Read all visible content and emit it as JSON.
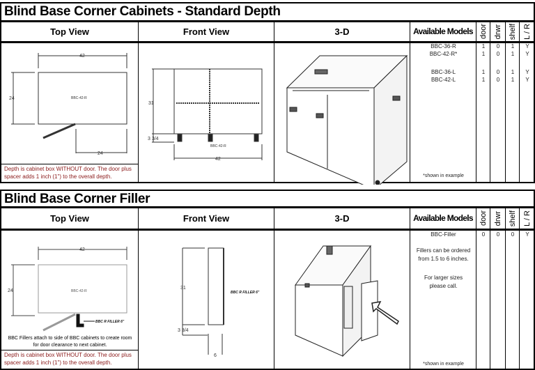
{
  "sections": [
    {
      "title": "Blind Base Corner Cabinets - Standard Depth",
      "headers": {
        "top_view": "Top View",
        "front_view": "Front View",
        "three_d": "3-D",
        "models": "Available Models",
        "door": "door",
        "drwr": "drwr",
        "shelf": "shelf",
        "lr": "L / R"
      },
      "top": {
        "width": "42",
        "depth": "24",
        "opening": "24",
        "label": "BBC-42-R"
      },
      "front": {
        "height": "31",
        "toe": "3 3/4",
        "width": "42",
        "label": "BBC-42-R"
      },
      "note": "Depth is cabinet box WITHOUT door. The door plus spacer adds 1 inch (1\") to the overall depth.",
      "models": [
        {
          "name": "BBC-36-R",
          "door": "1",
          "drwr": "0",
          "shelf": "1",
          "lr": "Y"
        },
        {
          "name": "BBC-42-R*",
          "door": "1",
          "drwr": "0",
          "shelf": "1",
          "lr": "Y"
        },
        {
          "name": "BBC-36-L",
          "door": "1",
          "drwr": "0",
          "shelf": "1",
          "lr": "Y"
        },
        {
          "name": "BBC-42-L",
          "door": "1",
          "drwr": "0",
          "shelf": "1",
          "lr": "Y"
        }
      ],
      "footnote": "*shown in example"
    },
    {
      "title": "Blind Base Corner Filler",
      "headers": {
        "top_view": "Top View",
        "front_view": "Front View",
        "three_d": "3-D",
        "models": "Available Models",
        "door": "door",
        "drwr": "drwr",
        "shelf": "shelf",
        "lr": "L / R"
      },
      "top": {
        "width": "42",
        "depth": "24",
        "label": "BBC-42-R",
        "filler_label": "BBC R FILLER 6\"",
        "attach_note": "BBC Fillers attach to side of BBC cabinets to create room for door clearance to next cabinet."
      },
      "front": {
        "height": "31",
        "toe": "3 3/4",
        "width": "6",
        "label": "BBC R FILLER 6\""
      },
      "note": "Depth is cabinet box WITHOUT door. The door plus spacer adds 1 inch (1\") to the overall depth.",
      "models": [
        {
          "name": "BBC-Filler",
          "door": "0",
          "drwr": "0",
          "shelf": "0",
          "lr": "Y"
        }
      ],
      "info1": "Fillers can be ordered from 1.5 to 6 inches.",
      "info2": "For larger sizes please call.",
      "footnote": "*shown in example"
    }
  ]
}
